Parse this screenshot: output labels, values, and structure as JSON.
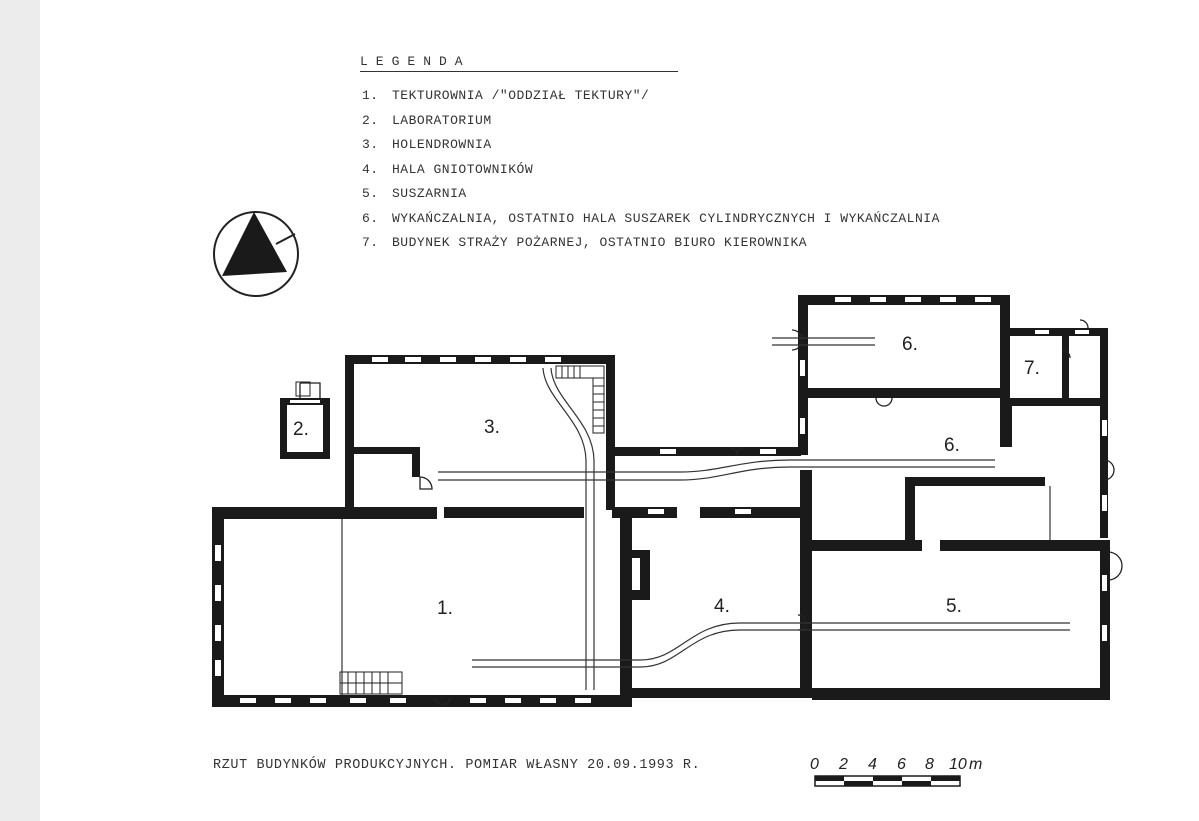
{
  "legend": {
    "title": "LEGENDA",
    "items": [
      {
        "num": "1.",
        "text": "TEKTUROWNIA /\"ODDZIAŁ TEKTURY\"/"
      },
      {
        "num": "2.",
        "text": "LABORATORIUM"
      },
      {
        "num": "3.",
        "text": "HOLENDROWNIA"
      },
      {
        "num": "4.",
        "text": "HALA GNIOTOWNIKÓW"
      },
      {
        "num": "5.",
        "text": "SUSZARNIA"
      },
      {
        "num": "6.",
        "text": "WYKAŃCZALNIA, OSTATNIO HALA SUSZAREK CYLINDRYCZNYCH I WYKAŃCZALNIA"
      },
      {
        "num": "7.",
        "text": "BUDYNEK STRAŻY POŻARNEJ, OSTATNIO BIURO KIEROWNIKA"
      }
    ]
  },
  "rooms": {
    "r1": "1.",
    "r2": "2.",
    "r3": "3.",
    "r4": "4.",
    "r5": "5.",
    "r6a": "6.",
    "r6b": "6.",
    "r7": "7."
  },
  "caption": "RZUT BUDYNKÓW PRODUKCYJNYCH. POMIAR WŁASNY 20.09.1993 R.",
  "scale": {
    "ticks": [
      "0",
      "2",
      "4",
      "6",
      "8",
      "10"
    ],
    "unit": "m"
  },
  "colors": {
    "wall": "#1a1a1a",
    "paper": "#ffffff",
    "track": "#333333"
  },
  "icons": {
    "north": "north-arrow-icon"
  }
}
